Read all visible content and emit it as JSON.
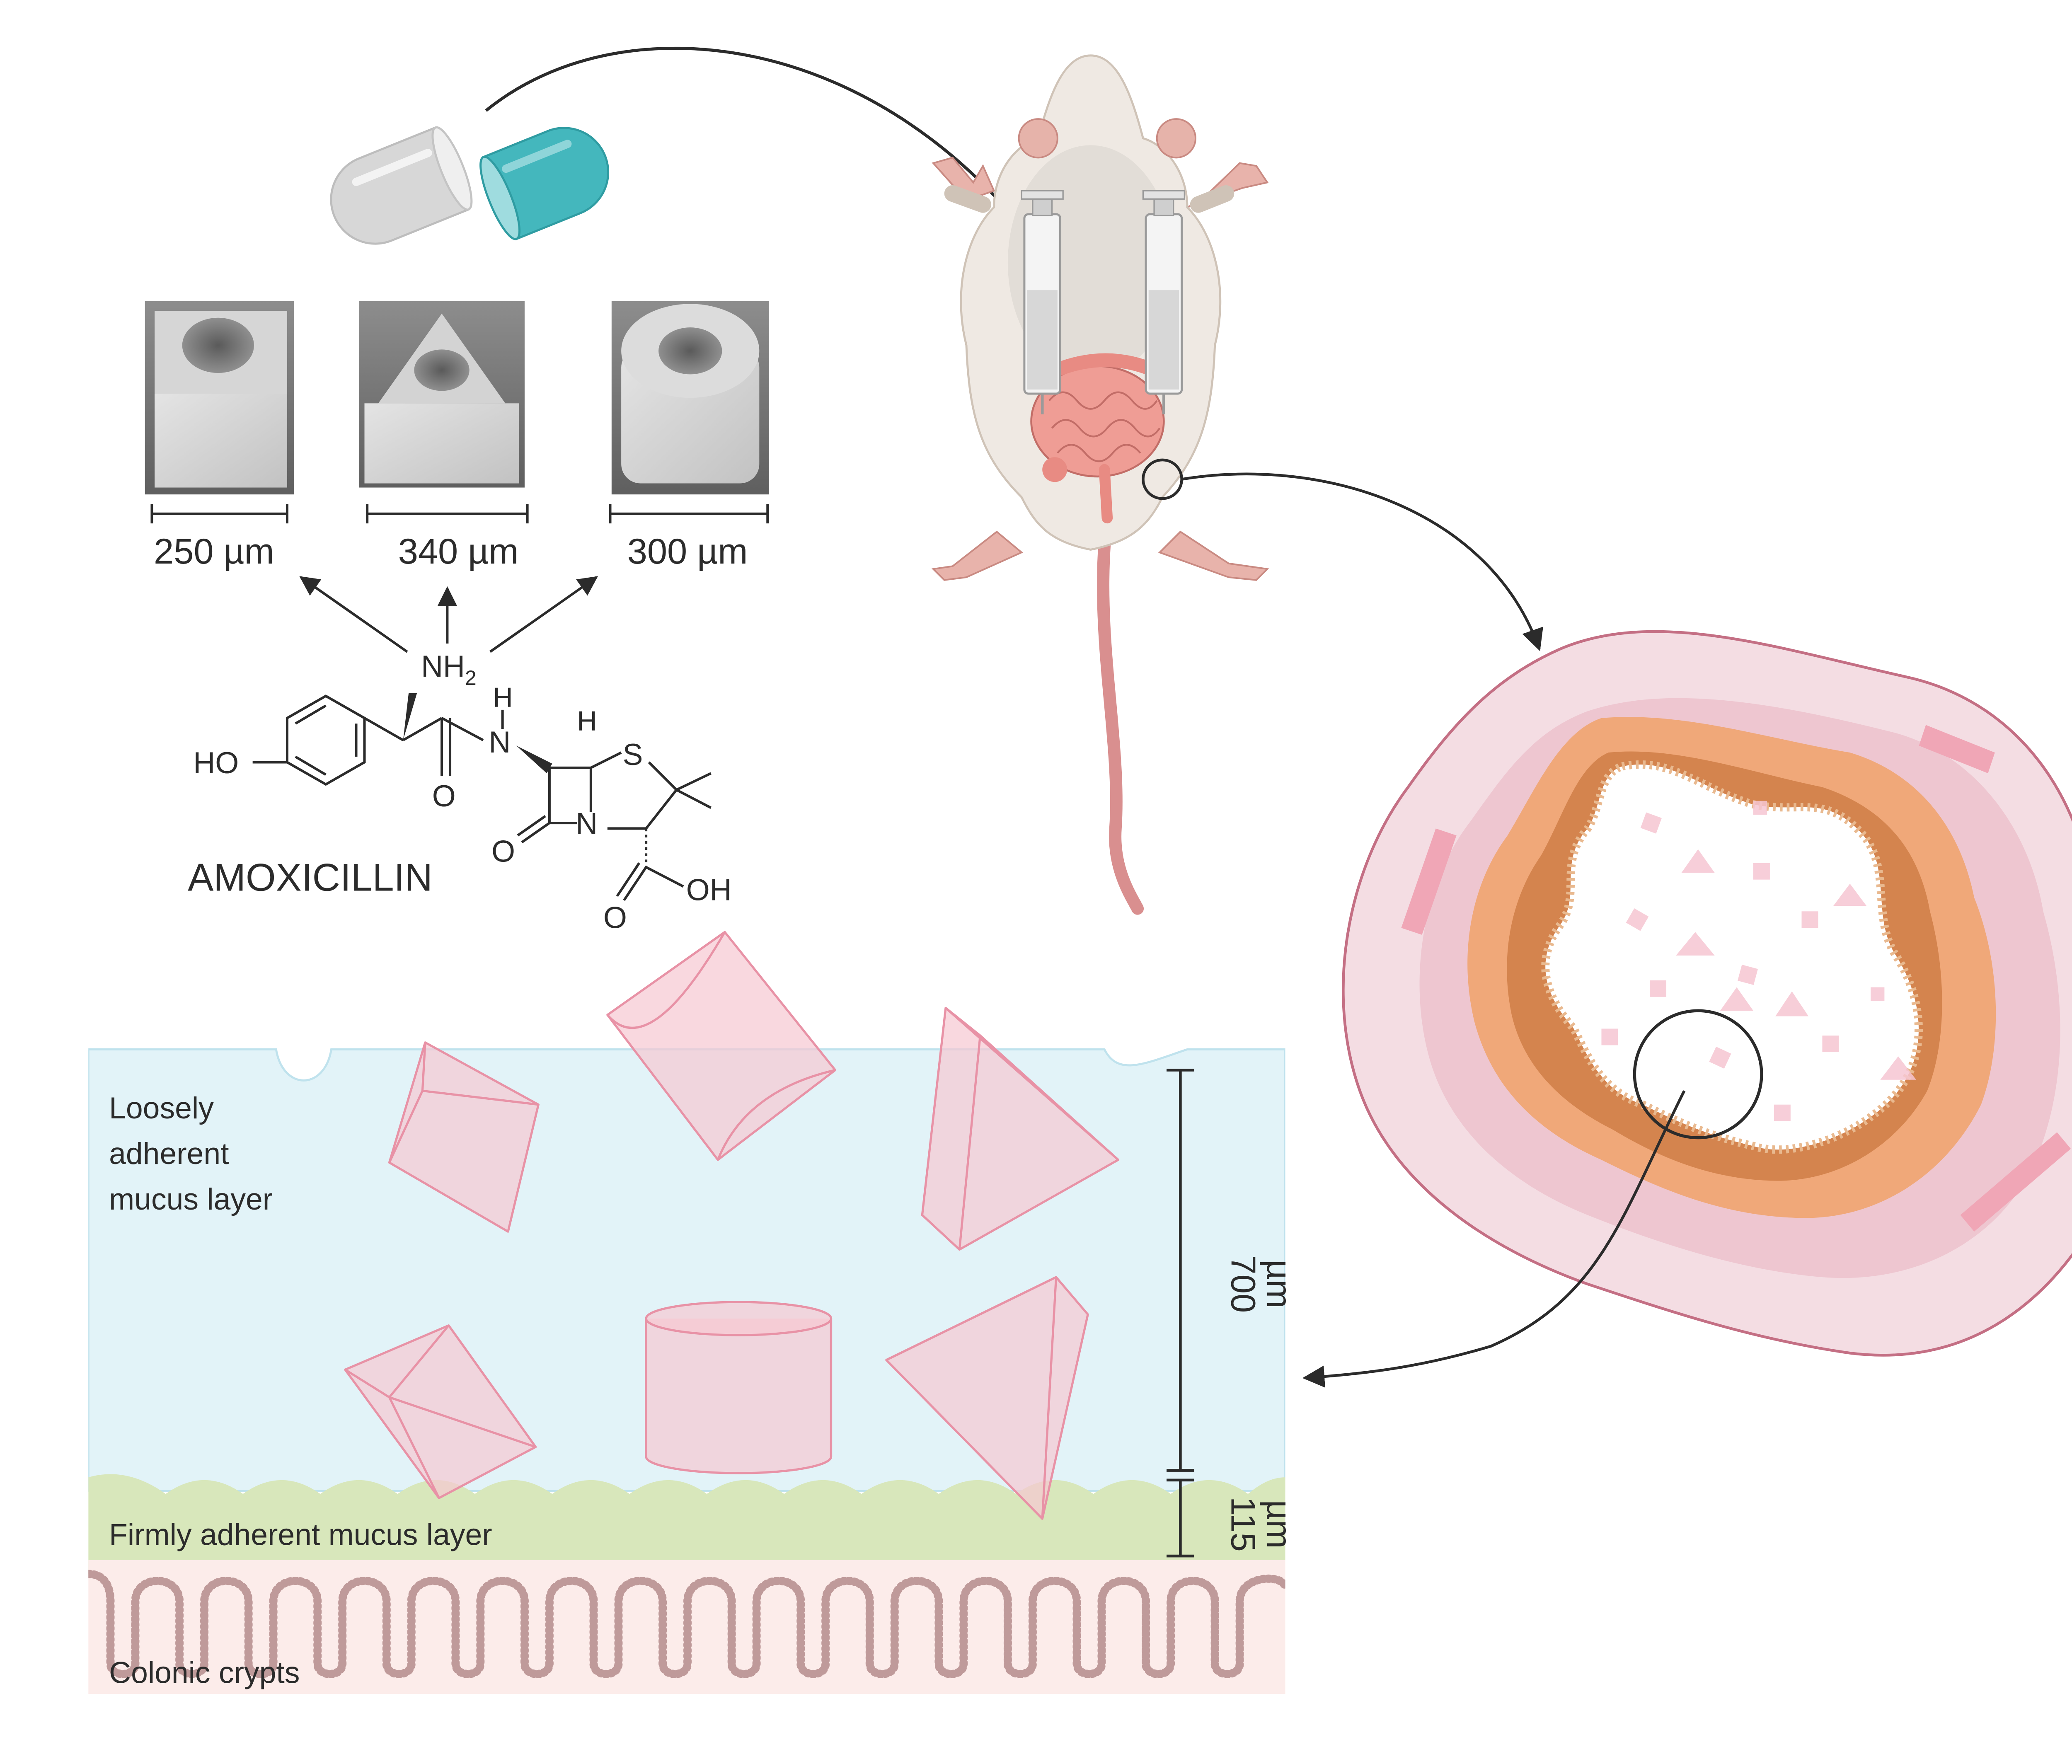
{
  "microdevices": [
    {
      "shape": "cube",
      "width_label": "250 µm"
    },
    {
      "shape": "triangular-prism",
      "width_label": "340 µm"
    },
    {
      "shape": "cylinder",
      "width_label": "300 µm"
    }
  ],
  "drug": {
    "name": "AMOXICILLIN",
    "atoms": {
      "nh2": "NH",
      "nh2_sub": "2",
      "ho": "HO",
      "n_amide": "N",
      "h_amide": "H",
      "h_ring": "H",
      "s": "S",
      "n_ring": "N",
      "o_amide": "O",
      "o_lactam": "O",
      "o_acid": "O",
      "oh": "OH"
    }
  },
  "mucus_section": {
    "loose_layer_label": [
      "Loosely",
      "adherent",
      "mucus layer"
    ],
    "firm_layer_label": "Firmly adherent mucus layer",
    "crypts_label": "Colonic crypts",
    "loose_thickness": [
      "700",
      "µm"
    ],
    "firm_thickness": [
      "115",
      "µm"
    ]
  },
  "colors": {
    "loose_mucus": "#e2f3f8",
    "firm_mucus": "#d8e7bb",
    "crypts": "#fcecea",
    "crypt_line": "#bf9a9a",
    "device_fill": "#f7c7d1",
    "device_stroke": "#e892a6",
    "capsule_left": "#d4d4d4",
    "capsule_right": "#3fb5bb",
    "colon_outer": "#f4dde3",
    "colon_outer_stroke": "#c46f84",
    "colon_muscle": "#eec6d0",
    "colon_submucosa": "#f0a879",
    "colon_mucosa": "#d4844e",
    "arrow": "#2b2b2b"
  }
}
